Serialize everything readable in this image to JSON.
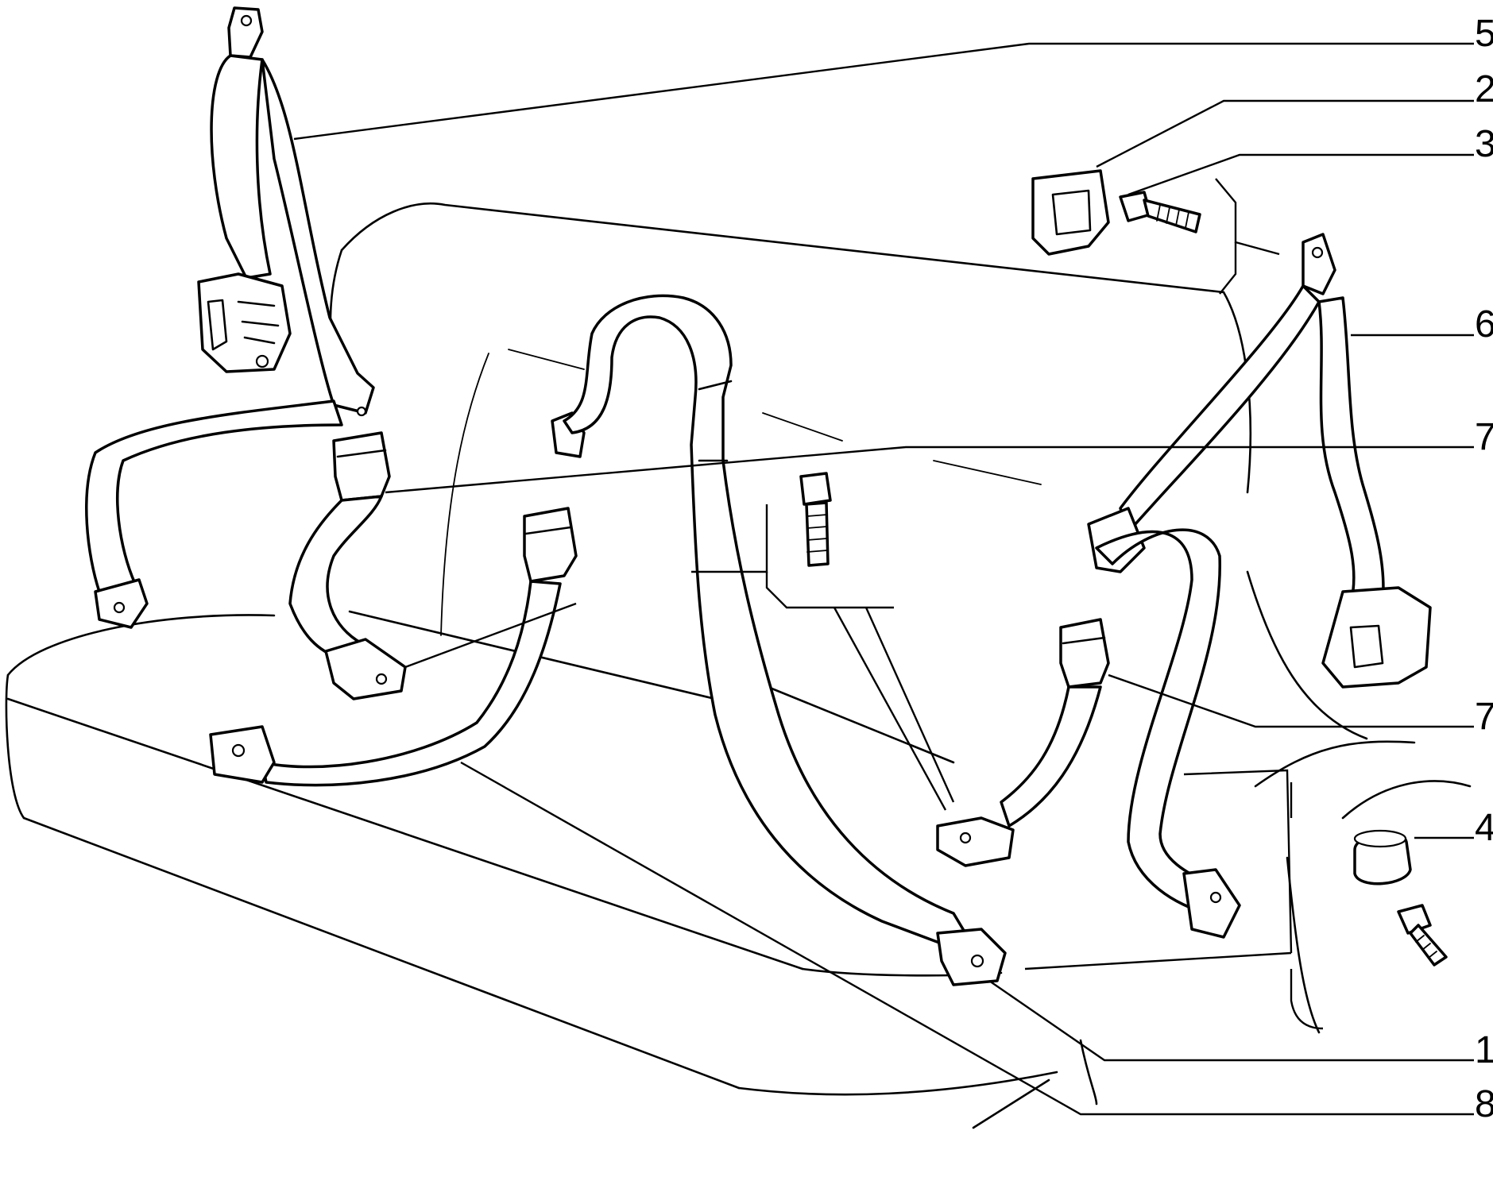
{
  "callouts": [
    {
      "id": "c5",
      "label": "5"
    },
    {
      "id": "c2",
      "label": "2"
    },
    {
      "id": "c3",
      "label": "3"
    },
    {
      "id": "c6",
      "label": "6"
    },
    {
      "id": "c7a",
      "label": "7"
    },
    {
      "id": "c7b",
      "label": "7"
    },
    {
      "id": "c4",
      "label": "4"
    },
    {
      "id": "c1",
      "label": "1"
    },
    {
      "id": "c8",
      "label": "8"
    }
  ]
}
